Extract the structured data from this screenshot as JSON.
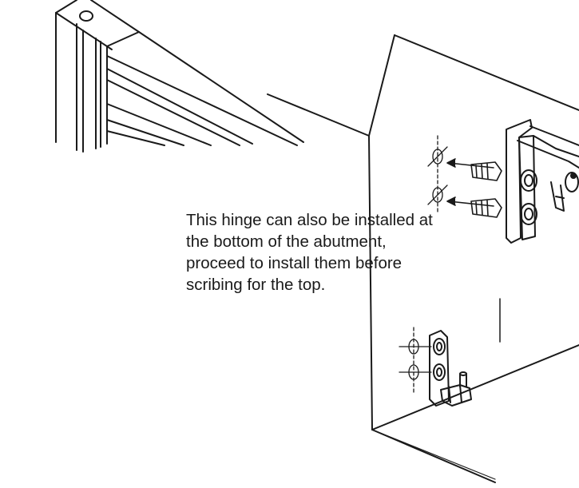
{
  "caption": {
    "lines": [
      "This hinge can also be installed at",
      "the bottom of the abutment,",
      "proceed to install them before",
      "scribing for the top."
    ]
  },
  "colors": {
    "ink": "#1a1a1a",
    "background": "#ffffff"
  },
  "icons": [
    "door-frame-corner",
    "wall-abutment",
    "top-hinge",
    "bottom-hinge",
    "wall-plug",
    "arrow"
  ]
}
